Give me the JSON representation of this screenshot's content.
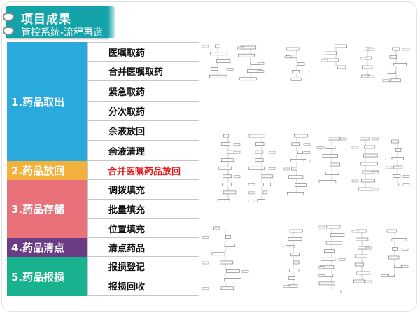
{
  "header": {
    "title": "项目成果",
    "subtitle": "管控系统-流程再造"
  },
  "categories": [
    {
      "label": "1.药品取出",
      "color": "#2aa9dd"
    },
    {
      "label": "2.药品放回",
      "color": "#f2b13c"
    },
    {
      "label": "3.药品存储",
      "color": "#e8717a"
    },
    {
      "label": "4.药品清点",
      "color": "#6b3c84"
    },
    {
      "label": "5.药品报损",
      "color": "#18b28f"
    }
  ],
  "items": [
    "医嘱取药",
    "合并医嘱取药",
    "紧急取药",
    "分次取药",
    "余液放回",
    "余液清理",
    "合并医嘱药品放回",
    "调拨填充",
    "批量填充",
    "位置填充",
    "清点药品",
    "报损登记",
    "报损回收"
  ],
  "colors": {
    "tab": "#13a3a8",
    "highlight_text": "#e01a1a"
  }
}
